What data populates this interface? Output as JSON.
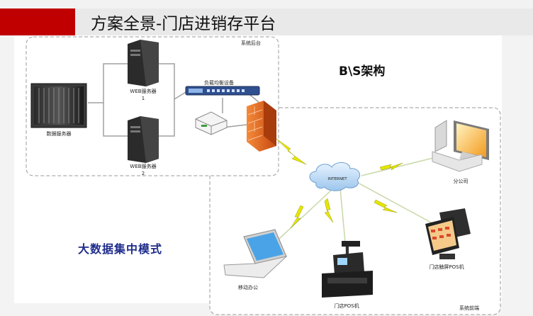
{
  "header": {
    "title": "方案全景-门店进销存平台"
  },
  "diagram": {
    "backend_group_label": "系统后台",
    "frontend_group_label": "系统前端",
    "architecture_label": "B\\S架构",
    "mode_label": "大数据集中模式",
    "nodes": {
      "data_server": "数据服务器",
      "web_server_1_name": "WEB服务器",
      "web_server_1_num": "1",
      "web_server_2_name": "WEB服务器",
      "web_server_2_num": "2",
      "load_balancer": "负载均衡设备",
      "internet": "INTERNET",
      "branch": "分公司",
      "mobile_office": "移动办公",
      "store_pos": "门店POS机",
      "touch_pos": "门店触屏POS机"
    }
  },
  "colors": {
    "accent_red": "#c00000",
    "mode_text": "#1f2d8c",
    "lightning": "#e6e600",
    "firewall": "#e8641b"
  }
}
